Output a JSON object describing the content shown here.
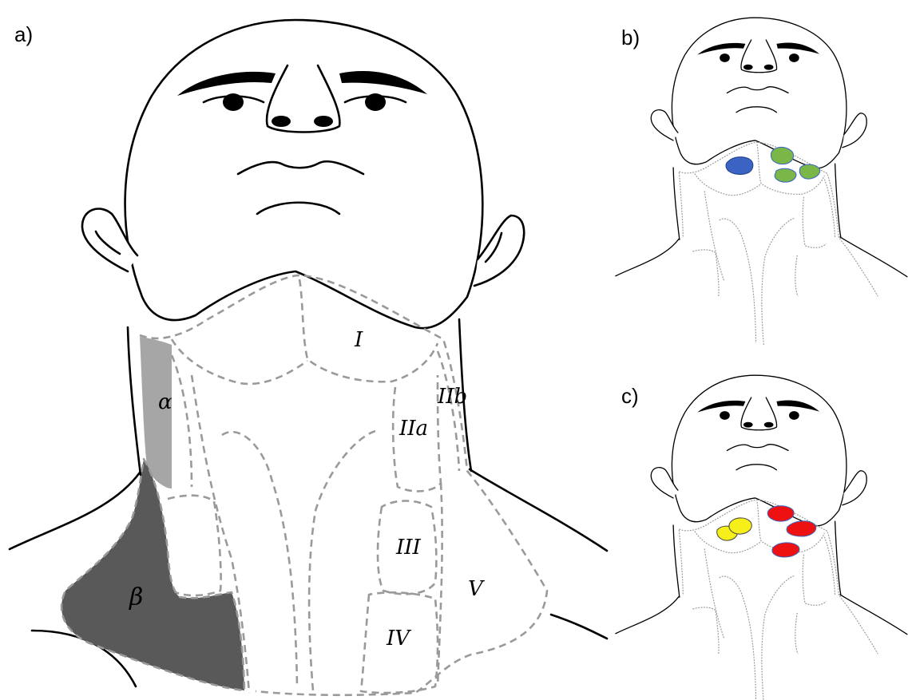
{
  "panels": {
    "a": {
      "label": "a)"
    },
    "b": {
      "label": "b)"
    },
    "c": {
      "label": "c)"
    }
  },
  "levels": {
    "I": "I",
    "IIa": "IIa",
    "IIb": "IIb",
    "III": "III",
    "IV": "IV",
    "V": "V"
  },
  "regions": {
    "alpha": {
      "label": "α",
      "color": "#a6a6a6"
    },
    "beta": {
      "label": "β",
      "color": "#595959"
    }
  },
  "lesion_colors": {
    "blue": "#3a63c4",
    "green": "#7ab648",
    "yellow": "#f7ef1a",
    "red": "#ee1111"
  },
  "line_colors": {
    "outline": "#000000",
    "level_dashes": "#9a9a9a"
  }
}
